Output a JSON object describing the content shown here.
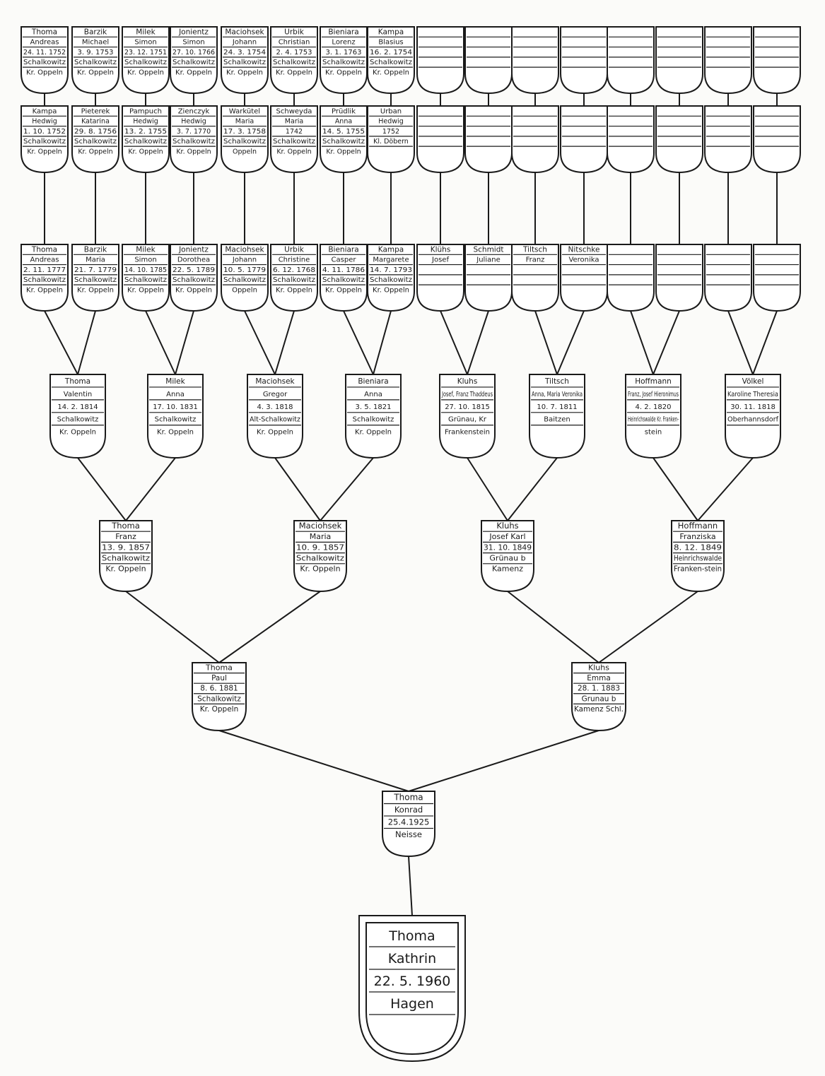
{
  "root": {
    "surname": "Thoma",
    "given": "Kathrin",
    "date": "22. 5. 1960",
    "place": "Hagen"
  },
  "parents": [
    {
      "surname": "Thoma",
      "given": "Konrad",
      "date": "25.4.1925",
      "place": "Neisse"
    }
  ],
  "gen2": [
    {
      "surname": "Thoma",
      "given": "Paul",
      "date": "8. 6. 1881",
      "place": "Schalkowitz",
      "place2": "Kr. Oppeln"
    },
    {
      "surname": "Kluhs",
      "given": "Emma",
      "date": "28. 1. 1883",
      "place": "Grunau b",
      "place2": "Kamenz Schl."
    }
  ],
  "gen3": [
    {
      "surname": "Thoma",
      "given": "Franz",
      "date": "13. 9. 1857",
      "place": "Schalkowitz",
      "place2": "Kr. Oppeln"
    },
    {
      "surname": "Maciohsek",
      "given": "Maria",
      "date": "10. 9. 1857",
      "place": "Schalkowitz",
      "place2": "Kr. Oppeln"
    },
    {
      "surname": "Kluhs",
      "given": "Josef Karl",
      "date": "31. 10. 1849",
      "place": "Grünau b",
      "place2": "Kamenz"
    },
    {
      "surname": "Hoffmann",
      "given": "Franziska",
      "date": "8. 12. 1849",
      "place": "Heinrichswalde",
      "place2": "Franken-stein"
    }
  ],
  "gen4": [
    {
      "surname": "Thoma",
      "given": "Valentin",
      "date": "14. 2. 1814",
      "place": "Schalkowitz",
      "place2": "Kr. Oppeln"
    },
    {
      "surname": "Milek",
      "given": "Anna",
      "date": "17. 10. 1831",
      "place": "Schalkowitz",
      "place2": "Kr. Oppeln"
    },
    {
      "surname": "Maciohsek",
      "given": "Gregor",
      "date": "4. 3. 1818",
      "place": "Alt-Schalkowitz",
      "place2": "Kr. Oppeln"
    },
    {
      "surname": "Bieniara",
      "given": "Anna",
      "date": "3. 5. 1821",
      "place": "Schalkowitz",
      "place2": "Kr. Oppeln"
    },
    {
      "surname": "Kluhs",
      "given": "Josef, Franz Thaddeus",
      "date": "27. 10. 1815",
      "place": "Grünau, Kr",
      "place2": "Frankenstein"
    },
    {
      "surname": "Tiltsch",
      "given": "Anna, Maria Veronika",
      "date": "10. 7. 1811",
      "place": "Baitzen",
      "place2": ""
    },
    {
      "surname": "Hoffmann",
      "given": "Franz, Josef Hieronimus",
      "date": "4. 2. 1820",
      "place": "Heinrichswalde Kr. Franken-",
      "place2": "stein"
    },
    {
      "surname": "Völkel",
      "given": "Karoline Theresia",
      "date": "30. 11. 1818",
      "place": "Oberhannsdorf",
      "place2": ""
    }
  ],
  "gen5": [
    {
      "surname": "Thoma",
      "given": "Andreas",
      "date": "2. 11. 1777",
      "place": "Schalkowitz",
      "place2": "Kr. Oppeln"
    },
    {
      "surname": "Barzik",
      "given": "Maria",
      "date": "21. 7. 1779",
      "place": "Schalkowitz",
      "place2": "Kr. Oppeln"
    },
    {
      "surname": "Milek",
      "given": "Simon",
      "date": "14. 10. 1785",
      "place": "Schalkowitz",
      "place2": "Kr. Oppeln"
    },
    {
      "surname": "Jonientz",
      "given": "Dorothea",
      "date": "22. 5. 1789",
      "place": "Schalkowitz",
      "place2": "Kr. Oppeln"
    },
    {
      "surname": "Maciohsek",
      "given": "Johann",
      "date": "10. 5. 1779",
      "place": "Schalkowitz",
      "place2": "Oppeln"
    },
    {
      "surname": "Urbik",
      "given": "Christine",
      "date": "6. 12. 1768",
      "place": "Schalkowitz",
      "place2": "Kr. Oppeln"
    },
    {
      "surname": "Bieniara",
      "given": "Casper",
      "date": "4. 11. 1786",
      "place": "Schalkowitz",
      "place2": "Kr. Oppeln"
    },
    {
      "surname": "Kampa",
      "given": "Margarete",
      "date": "14. 7. 1793",
      "place": "Schalkowitz",
      "place2": "Kr. Oppeln"
    },
    {
      "surname": "Klühs",
      "given": "Josef",
      "date": "",
      "place": "",
      "place2": ""
    },
    {
      "surname": "Schmidt",
      "given": "Juliane",
      "date": "",
      "place": "",
      "place2": ""
    },
    {
      "surname": "Tiltsch",
      "given": "Franz",
      "date": "",
      "place": "",
      "place2": ""
    },
    {
      "surname": "Nitschke",
      "given": "Veronika",
      "date": "",
      "place": "",
      "place2": ""
    },
    {
      "surname": "",
      "given": "",
      "date": "",
      "place": "",
      "place2": ""
    },
    {
      "surname": "",
      "given": "",
      "date": "",
      "place": "",
      "place2": ""
    },
    {
      "surname": "",
      "given": "",
      "date": "",
      "place": "",
      "place2": ""
    },
    {
      "surname": "",
      "given": "",
      "date": "",
      "place": "",
      "place2": ""
    }
  ],
  "gen6": [
    {
      "surname": "Kampa",
      "given": "Hedwig",
      "date": "1. 10. 1752",
      "place": "Schalkowitz",
      "place2": "Kr. Oppeln"
    },
    {
      "surname": "Pieterek",
      "given": "Katarina",
      "date": "29. 8. 1756",
      "place": "Schalkowitz",
      "place2": "Kr. Oppeln"
    },
    {
      "surname": "Pampuch",
      "given": "Hedwig",
      "date": "13. 2. 1755",
      "place": "Schalkowitz",
      "place2": "Kr. Oppeln"
    },
    {
      "surname": "Zienczyk",
      "given": "Hedwig",
      "date": "3. 7. 1770",
      "place": "Schalkowitz",
      "place2": "Kr. Oppeln"
    },
    {
      "surname": "Warkütel",
      "given": "Maria",
      "date": "17. 3. 1758",
      "place": "Schalkowitz",
      "place2": "Oppeln"
    },
    {
      "surname": "Schweyda",
      "given": "Maria",
      "date": "1742",
      "place": "Schalkowitz",
      "place2": "Kr. Oppeln"
    },
    {
      "surname": "Prüdlik",
      "given": "Anna",
      "date": "14. 5. 1755",
      "place": "Schalkowitz",
      "place2": "Kr. Oppeln"
    },
    {
      "surname": "Urban",
      "given": "Hedwig",
      "date": "1752",
      "place": "Kl. Döbern",
      "place2": ""
    },
    {
      "surname": "",
      "given": "",
      "date": "",
      "place": "",
      "place2": ""
    },
    {
      "surname": "",
      "given": "",
      "date": "",
      "place": "",
      "place2": ""
    },
    {
      "surname": "",
      "given": "",
      "date": "",
      "place": "",
      "place2": ""
    },
    {
      "surname": "",
      "given": "",
      "date": "",
      "place": "",
      "place2": ""
    },
    {
      "surname": "",
      "given": "",
      "date": "",
      "place": "",
      "place2": ""
    },
    {
      "surname": "",
      "given": "",
      "date": "",
      "place": "",
      "place2": ""
    },
    {
      "surname": "",
      "given": "",
      "date": "",
      "place": "",
      "place2": ""
    },
    {
      "surname": "",
      "given": "",
      "date": "",
      "place": "",
      "place2": ""
    }
  ],
  "gen7": [
    {
      "surname": "Thoma",
      "given": "Andreas",
      "date": "24. 11. 1752",
      "place": "Schalkowitz",
      "place2": "Kr. Oppeln"
    },
    {
      "surname": "Barzik",
      "given": "Michael",
      "date": "3. 9. 1753",
      "place": "Schalkowitz",
      "place2": "Kr. Oppeln"
    },
    {
      "surname": "Milek",
      "given": "Simon",
      "date": "23. 12. 1751",
      "place": "Schalkowitz",
      "place2": "Kr. Oppeln"
    },
    {
      "surname": "Jonientz",
      "given": "Simon",
      "date": "27. 10. 1766",
      "place": "Schalkowitz",
      "place2": "Kr. Oppeln"
    },
    {
      "surname": "Maciohsek",
      "given": "Johann",
      "date": "24. 3. 1754",
      "place": "Schalkowitz",
      "place2": "Kr. Oppeln"
    },
    {
      "surname": "Urbik",
      "given": "Christian",
      "date": "2. 4. 1753",
      "place": "Schalkowitz",
      "place2": "Kr. Oppeln"
    },
    {
      "surname": "Bieniara",
      "given": "Lorenz",
      "date": "3. 1. 1763",
      "place": "Schalkowitz",
      "place2": "Kr. Oppeln"
    },
    {
      "surname": "Kampa",
      "given": "Blasius",
      "date": "16. 2. 1754",
      "place": "Schalkowitz",
      "place2": "Kr. Oppeln"
    },
    {
      "surname": "",
      "given": "",
      "date": "",
      "place": "",
      "place2": ""
    },
    {
      "surname": "",
      "given": "",
      "date": "",
      "place": "",
      "place2": ""
    },
    {
      "surname": "",
      "given": "",
      "date": "",
      "place": "",
      "place2": ""
    },
    {
      "surname": "",
      "given": "",
      "date": "",
      "place": "",
      "place2": ""
    },
    {
      "surname": "",
      "given": "",
      "date": "",
      "place": "",
      "place2": ""
    },
    {
      "surname": "",
      "given": "",
      "date": "",
      "place": "",
      "place2": ""
    },
    {
      "surname": "",
      "given": "",
      "date": "",
      "place": "",
      "place2": ""
    },
    {
      "surname": "",
      "given": "",
      "date": "",
      "place": "",
      "place2": ""
    }
  ]
}
